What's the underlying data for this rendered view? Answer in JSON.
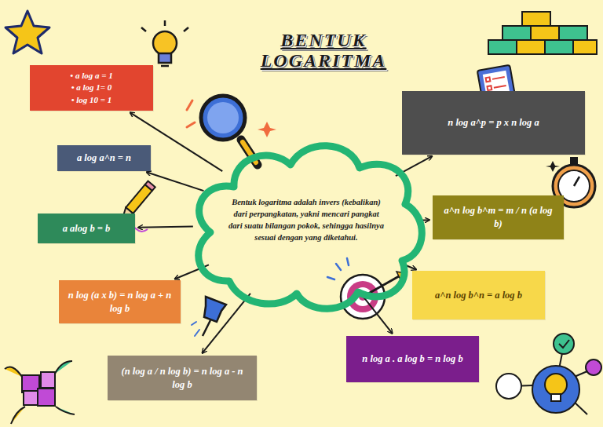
{
  "diagram": {
    "title": "BENTUK LOGARITMA",
    "nodes": [
      {
        "text": [
          "Bentuk logaritma adalah invers (kebalikan) dari perpangkatan, yakni mencari pangkat dari suatu bilangan pokok, sehingga hasilnya sesuai dengan yang diketahui."
        ]
      },
      {
        "text": [
          "• a log a = 1",
          "• a log 1= 0",
          "• log 10 = 1"
        ]
      },
      {
        "text": [
          "a log a^n = n"
        ]
      },
      {
        "text": [
          "a alog b = b"
        ]
      },
      {
        "text": [
          "n log (a x b) = n log a + n log b"
        ]
      },
      {
        "text": [
          "(n log a / n log b) = n log a - n log b"
        ]
      },
      {
        "text": [
          "n log a^p = p x n log a"
        ]
      },
      {
        "text": [
          "a^n log b^m = m / n (a log b)"
        ]
      },
      {
        "text": [
          "a^n log b^n = a log b"
        ]
      },
      {
        "text": [
          "n log a . a log b = n log b"
        ]
      }
    ],
    "edges": [
      {
        "from": 0,
        "to": 1,
        "arrow": "to"
      },
      {
        "from": 0,
        "to": 2,
        "arrow": "to"
      },
      {
        "from": 0,
        "to": 3,
        "arrow": "to"
      },
      {
        "from": 0,
        "to": 4,
        "arrow": "to"
      },
      {
        "from": 0,
        "to": 5,
        "arrow": "to"
      },
      {
        "from": 0,
        "to": 6,
        "arrow": "to"
      },
      {
        "from": 0,
        "to": 7,
        "arrow": "to"
      },
      {
        "from": 0,
        "to": 8,
        "arrow": "to"
      },
      {
        "from": 0,
        "to": 9,
        "arrow": "to"
      }
    ]
  }
}
